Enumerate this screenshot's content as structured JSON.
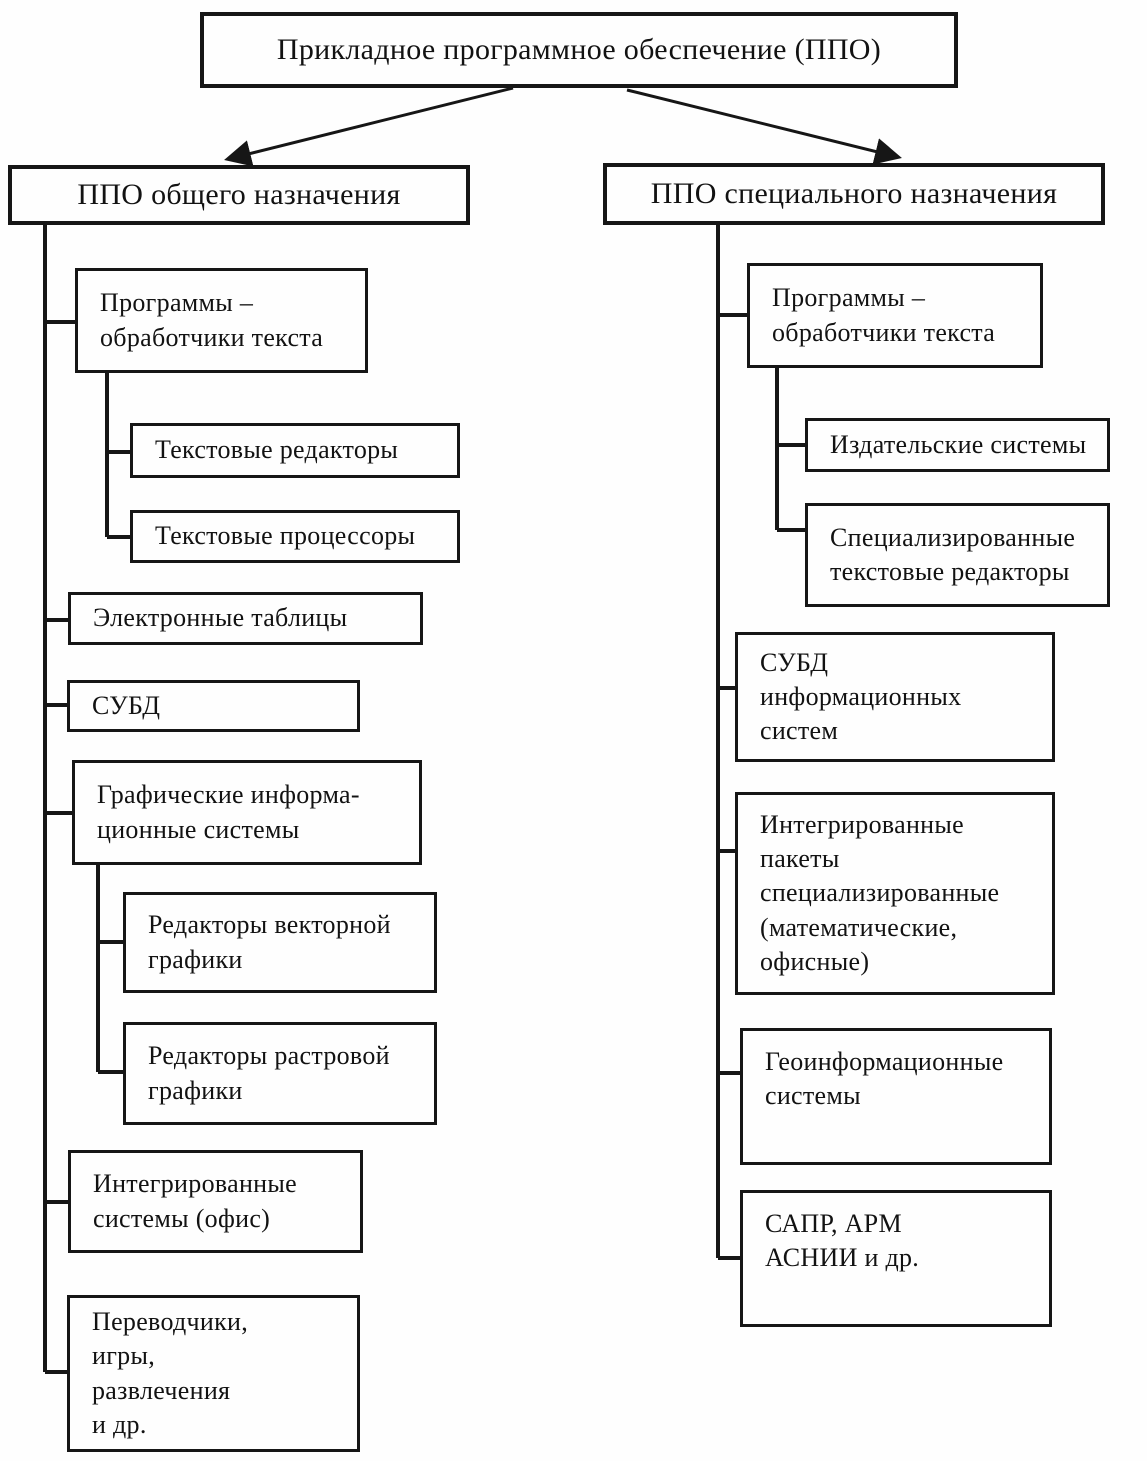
{
  "diagram": {
    "title": "Прикладное программное обеспечение (ППО)",
    "left": {
      "header": "ППО общего назначения",
      "nodes": {
        "text_processing": "Программы –\nобработчики текста",
        "text_editors": "Текстовые редакторы",
        "word_processors": "Текстовые процессоры",
        "spreadsheets": "Электронные таблицы",
        "dbms": "СУБД",
        "graphic_info_systems": "Графические информа-\nционные системы",
        "vector_editors": "Редакторы векторной\nграфики",
        "raster_editors": "Редакторы растровой\nграфики",
        "integrated_office": "Интегрированные\nсистемы (офис)",
        "translators_games": "Переводчики,\nигры,\nразвлечения\nи др."
      }
    },
    "right": {
      "header": "ППО специального назначения",
      "nodes": {
        "text_processing": "Программы –\nобработчики текста",
        "publishing_systems": "Издательские системы",
        "specialized_text_editors": "Специализированные\nтекстовые редакторы",
        "dbms_info_systems": "СУБД\nинформационных\nсистем",
        "integrated_packages": "Интегрированные\nпакеты\nспециализированные\n(математические,\nофисные)",
        "gis": "Геоинформационные\nсистемы",
        "cad_arm": "САПР, АРМ\nАСНИИ и др."
      }
    }
  }
}
